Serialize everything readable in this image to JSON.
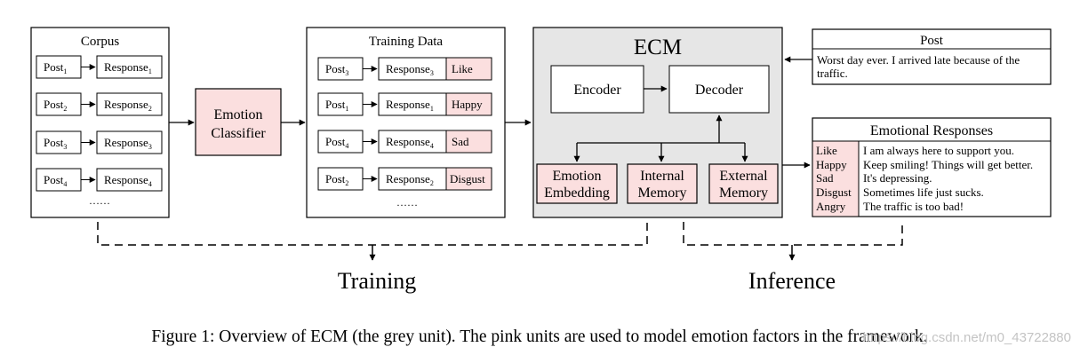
{
  "corpus": {
    "title": "Corpus",
    "pairs": [
      {
        "post": "Post",
        "post_sub": "1",
        "response": "Response",
        "response_sub": "1"
      },
      {
        "post": "Post",
        "post_sub": "2",
        "response": "Response",
        "response_sub": "2"
      },
      {
        "post": "Post",
        "post_sub": "3",
        "response": "Response",
        "response_sub": "3"
      },
      {
        "post": "Post",
        "post_sub": "4",
        "response": "Response",
        "response_sub": "4"
      }
    ],
    "ellipsis": "……"
  },
  "classifier": {
    "line1": "Emotion",
    "line2": "Classifier"
  },
  "training_data": {
    "title": "Training Data",
    "rows": [
      {
        "post": "Post",
        "post_sub": "3",
        "response": "Response",
        "response_sub": "3",
        "emotion": "Like"
      },
      {
        "post": "Post",
        "post_sub": "1",
        "response": "Response",
        "response_sub": "1",
        "emotion": "Happy"
      },
      {
        "post": "Post",
        "post_sub": "4",
        "response": "Response",
        "response_sub": "4",
        "emotion": "Sad"
      },
      {
        "post": "Post",
        "post_sub": "2",
        "response": "Response",
        "response_sub": "2",
        "emotion": "Disgust"
      }
    ],
    "ellipsis": "……"
  },
  "ecm": {
    "title": "ECM",
    "encoder": "Encoder",
    "decoder": "Decoder",
    "modules": [
      {
        "line1": "Emotion",
        "line2": "Embedding"
      },
      {
        "line1": "Internal",
        "line2": "Memory"
      },
      {
        "line1": "External",
        "line2": "Memory"
      }
    ]
  },
  "post_panel": {
    "title": "Post",
    "text_line1": "Worst day ever. I arrived late because of the",
    "text_line2": "traffic."
  },
  "responses_panel": {
    "title": "Emotional Responses",
    "items": [
      {
        "emotion": "Like",
        "text": "I am always here to support you."
      },
      {
        "emotion": "Happy",
        "text": "Keep smiling! Things will get better."
      },
      {
        "emotion": "Sad",
        "text": "It's depressing."
      },
      {
        "emotion": "Disgust",
        "text": "Sometimes life just sucks."
      },
      {
        "emotion": "Angry",
        "text": "The traffic is too bad!"
      }
    ]
  },
  "labels": {
    "training": "Training",
    "inference": "Inference"
  },
  "caption": "Figure 1: Overview of ECM (the grey unit). The pink units are used to model emotion factors in the framework.",
  "watermark": "https://blog.csdn.net/m0_43722880",
  "colors": {
    "pink": "#fbdfdf",
    "grey": "#e6e6e6",
    "line": "#000000",
    "watermark": "#c4c4c4"
  }
}
